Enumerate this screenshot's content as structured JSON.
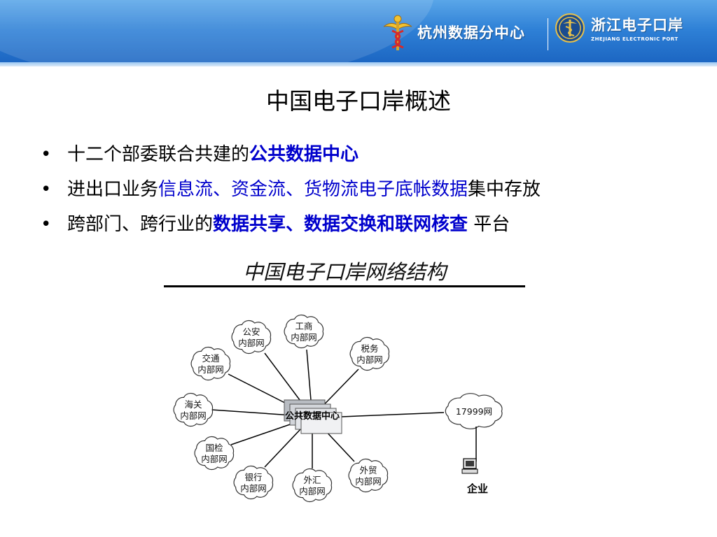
{
  "header": {
    "logo_a": {
      "icon": "caduceus-icon",
      "text": "杭州数据分中心"
    },
    "logo_b": {
      "icon": "customs-emblem-icon",
      "text": "浙江电子口岸",
      "sub": "ZHEJIANG ELECTRONIC PORT"
    }
  },
  "title": "中国电子口岸概述",
  "bullets": [
    {
      "dot": "•",
      "plain1": "十二个部委联合共建的",
      "hl": "公共数据中心",
      "plain2": ""
    },
    {
      "dot": "•",
      "plain1": "进出口业务",
      "hl": "信息流、资金流、货物流电子底帐数据",
      "plain2": "集中存放"
    },
    {
      "dot": "•",
      "plain1": "跨部门、跨行业的",
      "hl": "数据共享、数据交换和联网核查",
      "plain2": " 平台"
    }
  ],
  "diagram": {
    "title": "中国电子口岸网络结构",
    "center_label": "公共数据中心",
    "nodes": [
      {
        "line1": "公安",
        "line2": "内部网"
      },
      {
        "line1": "工商",
        "line2": "内部网"
      },
      {
        "line1": "税务",
        "line2": "内部网"
      },
      {
        "line1": "交通",
        "line2": "内部网"
      },
      {
        "line1": "海关",
        "line2": "内部网"
      },
      {
        "line1": "国检",
        "line2": "内部网"
      },
      {
        "line1": "银行",
        "line2": "内部网"
      },
      {
        "line1": "外汇",
        "line2": "内部网"
      },
      {
        "line1": "外贸",
        "line2": "内部网"
      }
    ],
    "external_network": "17999网",
    "enterprise_label": "企业"
  }
}
